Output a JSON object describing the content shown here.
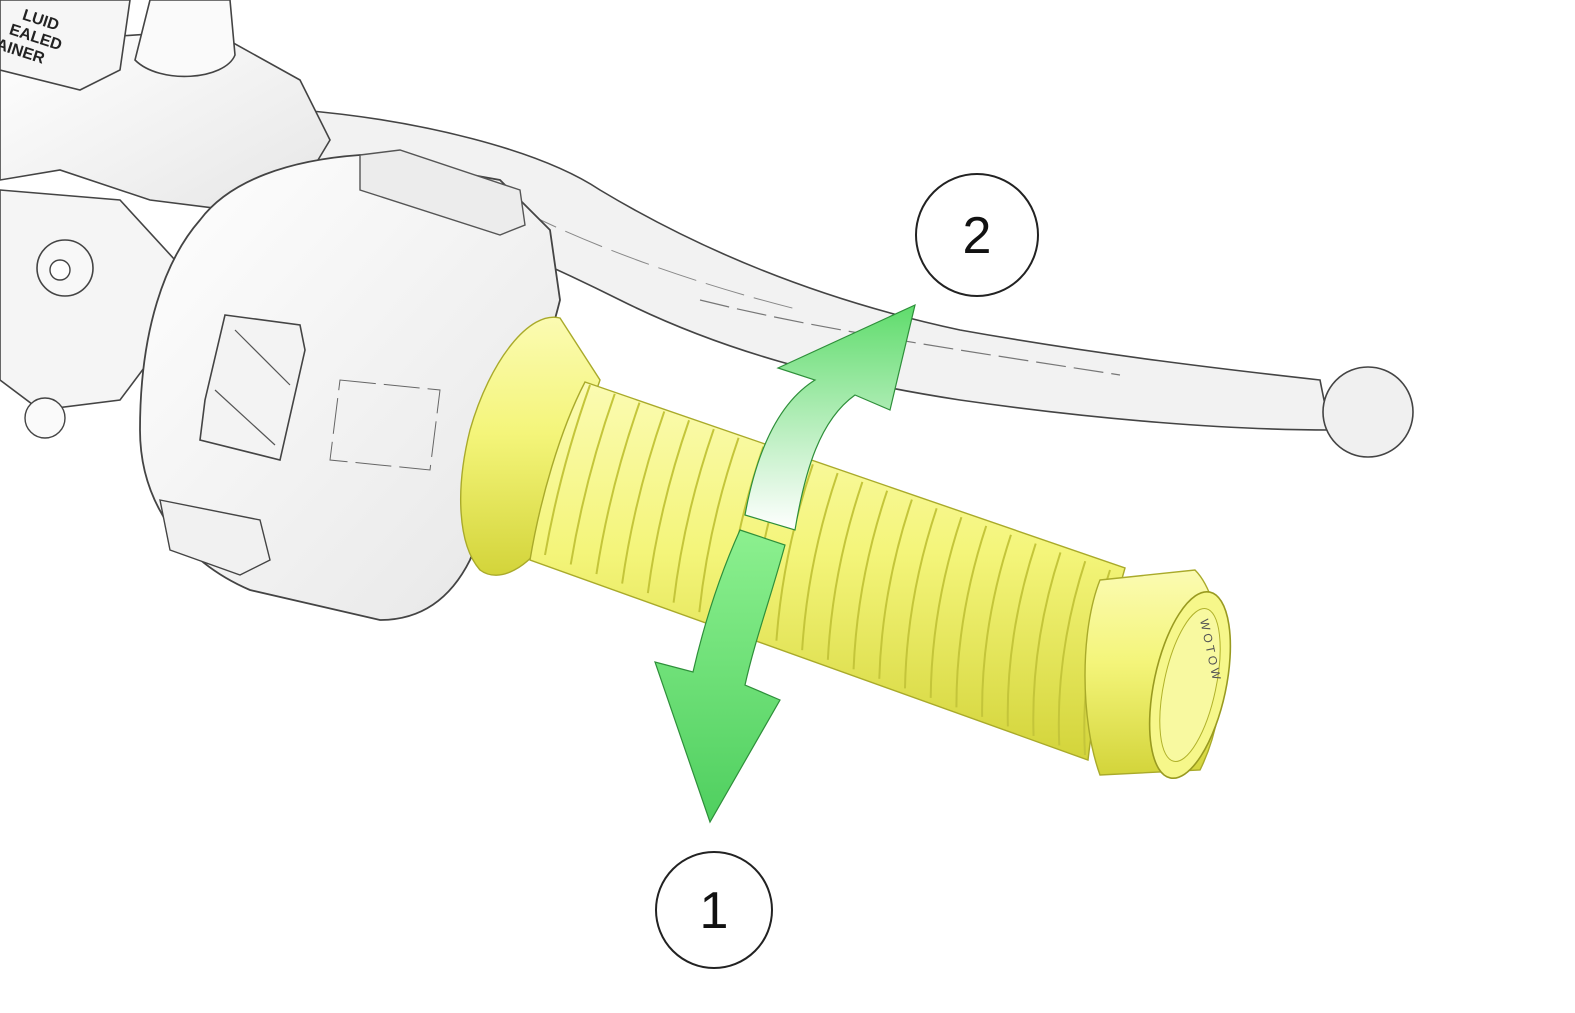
{
  "figure": {
    "callouts": [
      {
        "id": "callout-1",
        "label": "1"
      },
      {
        "id": "callout-2",
        "label": "2"
      }
    ],
    "reservoir_label_lines": [
      "LUID",
      "EALED",
      "AINER"
    ],
    "grip_end_text": "W O T O W",
    "colors": {
      "grip": "#f4f57a",
      "grip_shadow": "#d9da3e",
      "arrow": "#6fe07a",
      "arrow_dark": "#3fbf52",
      "housing": "#f4f4f4",
      "outline": "#333333"
    }
  }
}
